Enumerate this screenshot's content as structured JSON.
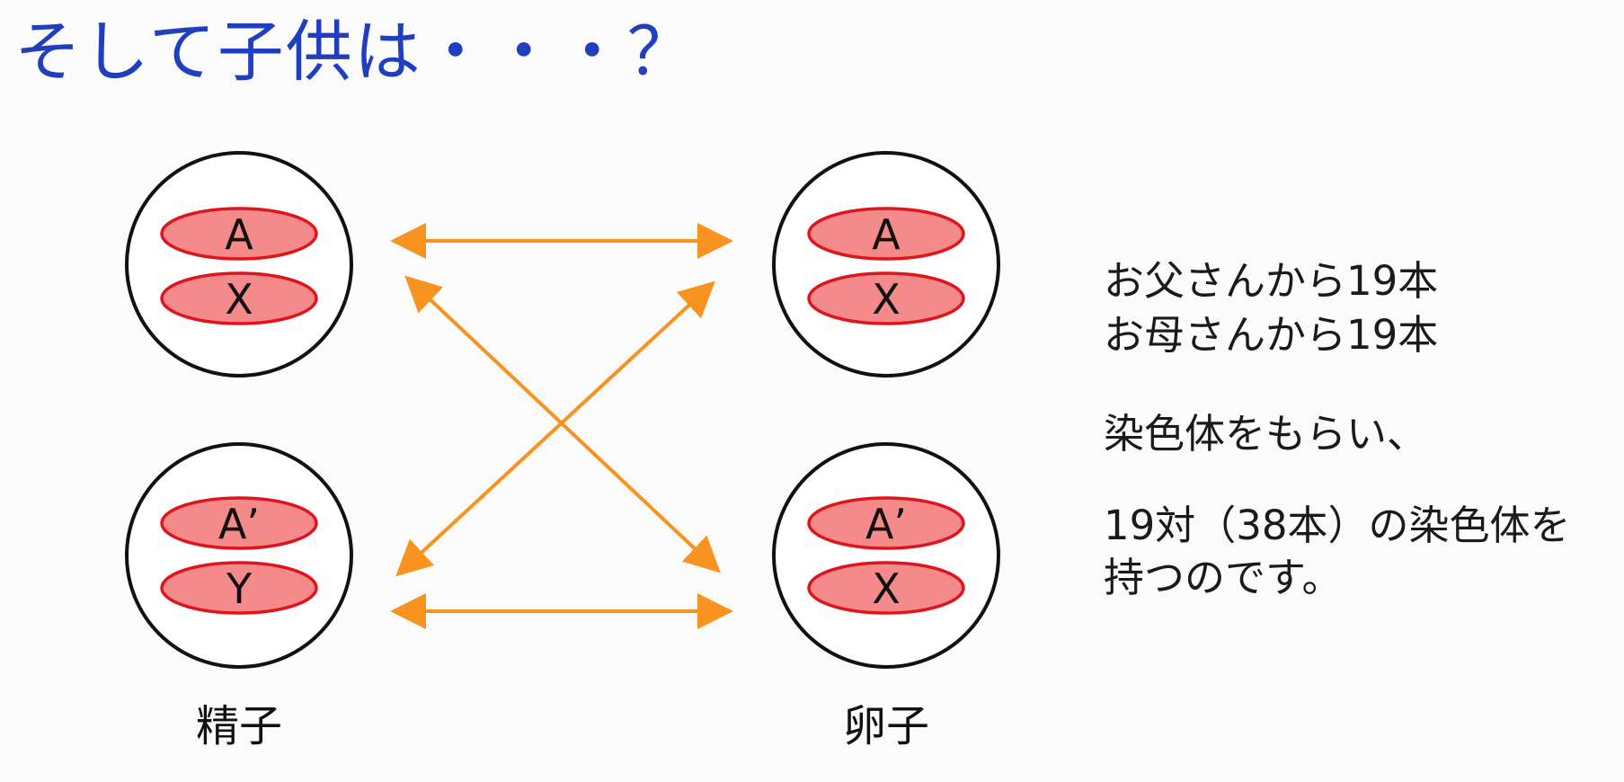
{
  "title": "そして子供は・・・？",
  "cells": {
    "sperm": {
      "label": "精子",
      "top_chromosomes": [
        "A",
        "X"
      ],
      "bottom_chromosomes": [
        "A’",
        "Y"
      ]
    },
    "egg": {
      "label": "卵子",
      "top_chromosomes": [
        "A",
        "X"
      ],
      "bottom_chromosomes": [
        "A’",
        "X"
      ]
    }
  },
  "description": {
    "line1": "お父さんから19本",
    "line2": "お母さんから19本",
    "line3": "染色体をもらい、",
    "line4": "19対（38本）の染色体を",
    "line5": "持つのです。"
  },
  "colors": {
    "title": "#1f3fbf",
    "chromosome_fill": "#f48a8a",
    "chromosome_stroke": "#e0141c",
    "arrow": "#f7931e",
    "cell_outline": "#111111"
  }
}
